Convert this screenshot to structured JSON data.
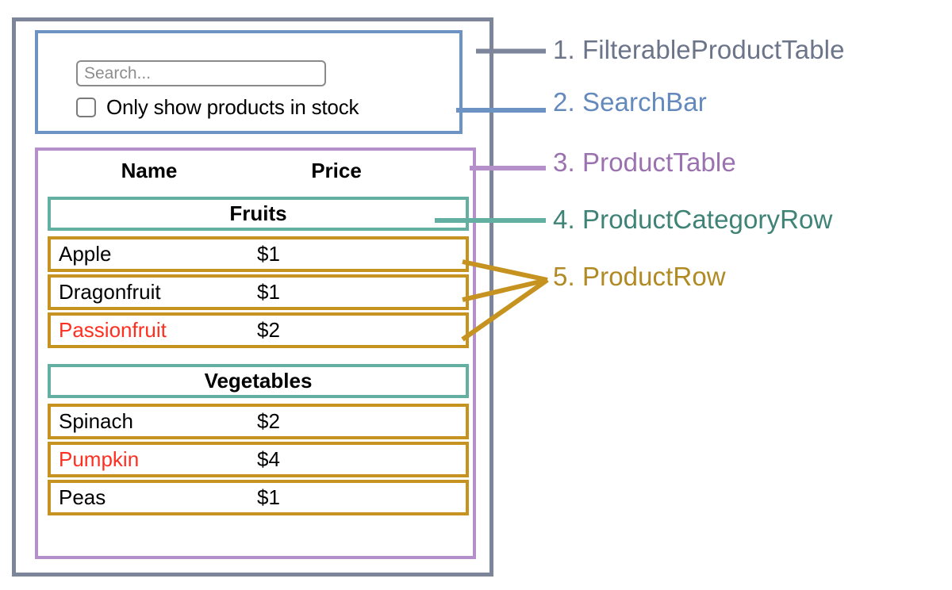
{
  "diagram": {
    "title": "React component hierarchy diagram",
    "colors": {
      "filterable_product_table": "#7c8599",
      "search_bar": "#6d93c4",
      "product_table": "#b48fc9",
      "product_category_row": "#63b0a2",
      "product_row": "#c69320",
      "out_of_stock_text": "#ff2f20"
    }
  },
  "search_bar": {
    "search_input": {
      "value": "",
      "placeholder": "Search..."
    },
    "checkbox": {
      "label": "Only show products in stock",
      "checked": false
    }
  },
  "product_table": {
    "headers": {
      "name": "Name",
      "price": "Price"
    },
    "groups": [
      {
        "category": "Fruits",
        "rows": [
          {
            "name": "Apple",
            "price": "$1",
            "stocked": true
          },
          {
            "name": "Dragonfruit",
            "price": "$1",
            "stocked": true
          },
          {
            "name": "Passionfruit",
            "price": "$2",
            "stocked": false
          }
        ]
      },
      {
        "category": "Vegetables",
        "rows": [
          {
            "name": "Spinach",
            "price": "$2",
            "stocked": true
          },
          {
            "name": "Pumpkin",
            "price": "$4",
            "stocked": false
          },
          {
            "name": "Peas",
            "price": "$1",
            "stocked": true
          }
        ]
      }
    ]
  },
  "legend": [
    {
      "number": "1.",
      "name": "FilterableProductTable",
      "text": "1. FilterableProductTable",
      "color": "#6b7489"
    },
    {
      "number": "2.",
      "name": "SearchBar",
      "text": "2. SearchBar",
      "color": "#6389bd"
    },
    {
      "number": "3.",
      "name": "ProductTable",
      "text": "3. ProductTable",
      "color": "#9b72b0"
    },
    {
      "number": "4.",
      "name": "ProductCategoryRow",
      "text": "4. ProductCategoryRow",
      "color": "#3f8377"
    },
    {
      "number": "5.",
      "name": "ProductRow",
      "text": "5. ProductRow",
      "color": "#b08a22"
    }
  ]
}
